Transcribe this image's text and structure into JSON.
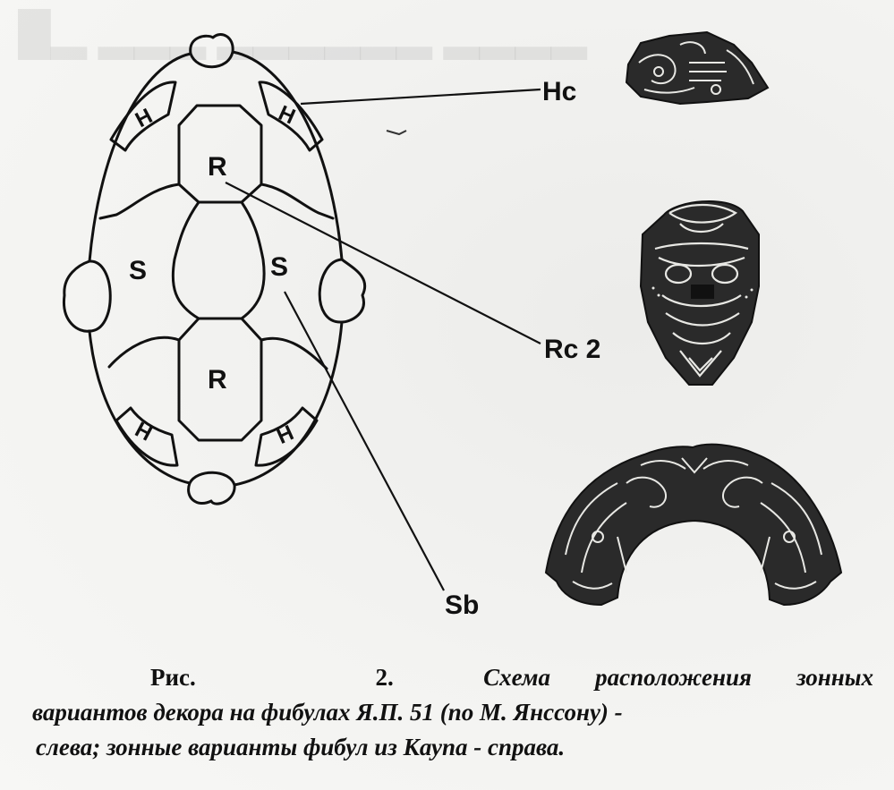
{
  "figure": {
    "zone_labels": {
      "h_top_left": "H",
      "h_top_right": "H",
      "h_bottom_left": "H",
      "h_bottom_right": "H",
      "r_top": "R",
      "r_bottom": "R",
      "s_left": "S",
      "s_right": "S"
    },
    "callouts": {
      "hc": "Hc",
      "rc2": "Rc 2",
      "sb": "Sb"
    }
  },
  "caption": {
    "fig_label": "Рис.",
    "fig_number": "2.",
    "line1_text": "Схема расположения зонных",
    "line2_text": "вариантов декора на фибулах Я.П. 51 (по М. Янссону) -",
    "line3_text": "слева; зонные варианты фибул из Каупа - справа."
  }
}
